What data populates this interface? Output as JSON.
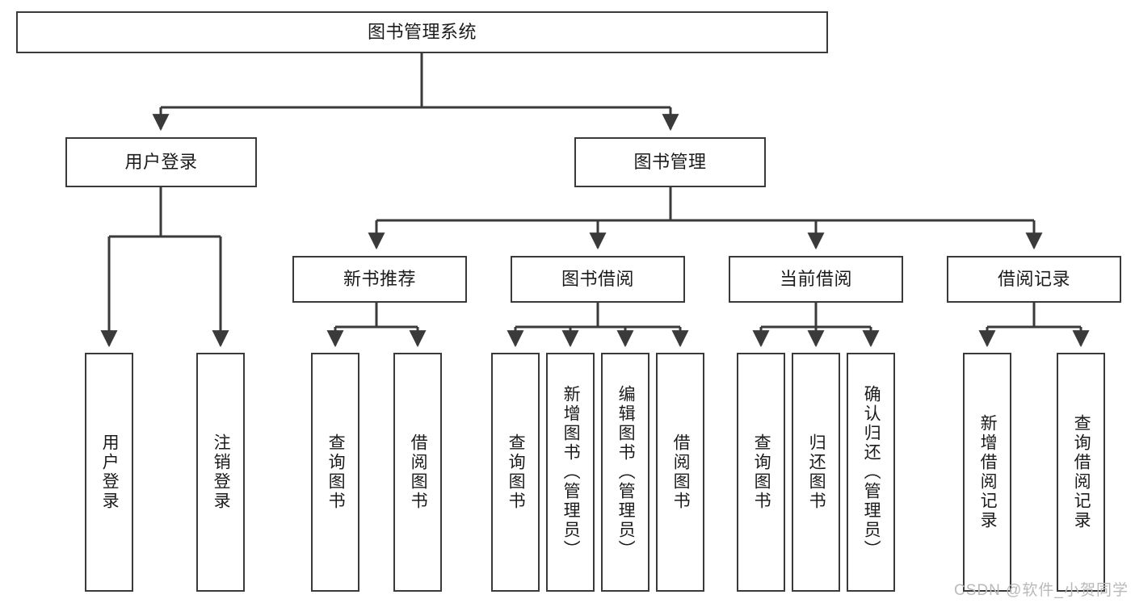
{
  "diagram": {
    "title_node": {
      "label": "图书管理系统"
    },
    "level2": [
      {
        "id": "user-login",
        "label": "用户登录"
      },
      {
        "id": "book-management",
        "label": "图书管理"
      }
    ],
    "level3": [
      {
        "id": "new-book-recommend",
        "label": "新书推荐"
      },
      {
        "id": "book-borrow",
        "label": "图书借阅"
      },
      {
        "id": "current-borrow",
        "label": "当前借阅"
      },
      {
        "id": "borrow-record",
        "label": "借阅记录"
      }
    ],
    "leaves": [
      {
        "id": "leaf-user-login",
        "label": "用户登录"
      },
      {
        "id": "leaf-logout",
        "label": "注销登录"
      },
      {
        "id": "leaf-query-book-1",
        "label": "查询图书"
      },
      {
        "id": "leaf-borrow-book-1",
        "label": "借阅图书"
      },
      {
        "id": "leaf-query-book-2",
        "label": "查询图书"
      },
      {
        "id": "leaf-add-book",
        "label": "新增图书（管理员）"
      },
      {
        "id": "leaf-edit-book",
        "label": "编辑图书（管理员）"
      },
      {
        "id": "leaf-borrow-book-2",
        "label": "借阅图书"
      },
      {
        "id": "leaf-query-book-3",
        "label": "查询图书"
      },
      {
        "id": "leaf-return-book",
        "label": "归还图书"
      },
      {
        "id": "leaf-confirm-return",
        "label": "确认归还（管理员）"
      },
      {
        "id": "leaf-add-record",
        "label": "新增借阅记录"
      },
      {
        "id": "leaf-query-record",
        "label": "查询借阅记录"
      }
    ]
  },
  "watermark": {
    "text": "CSDN @软件_小贺同学"
  },
  "colors": {
    "stroke": "#3a3a3a",
    "background": "#ffffff",
    "text": "#1b1b1b",
    "watermark": "#b9b9b9"
  }
}
